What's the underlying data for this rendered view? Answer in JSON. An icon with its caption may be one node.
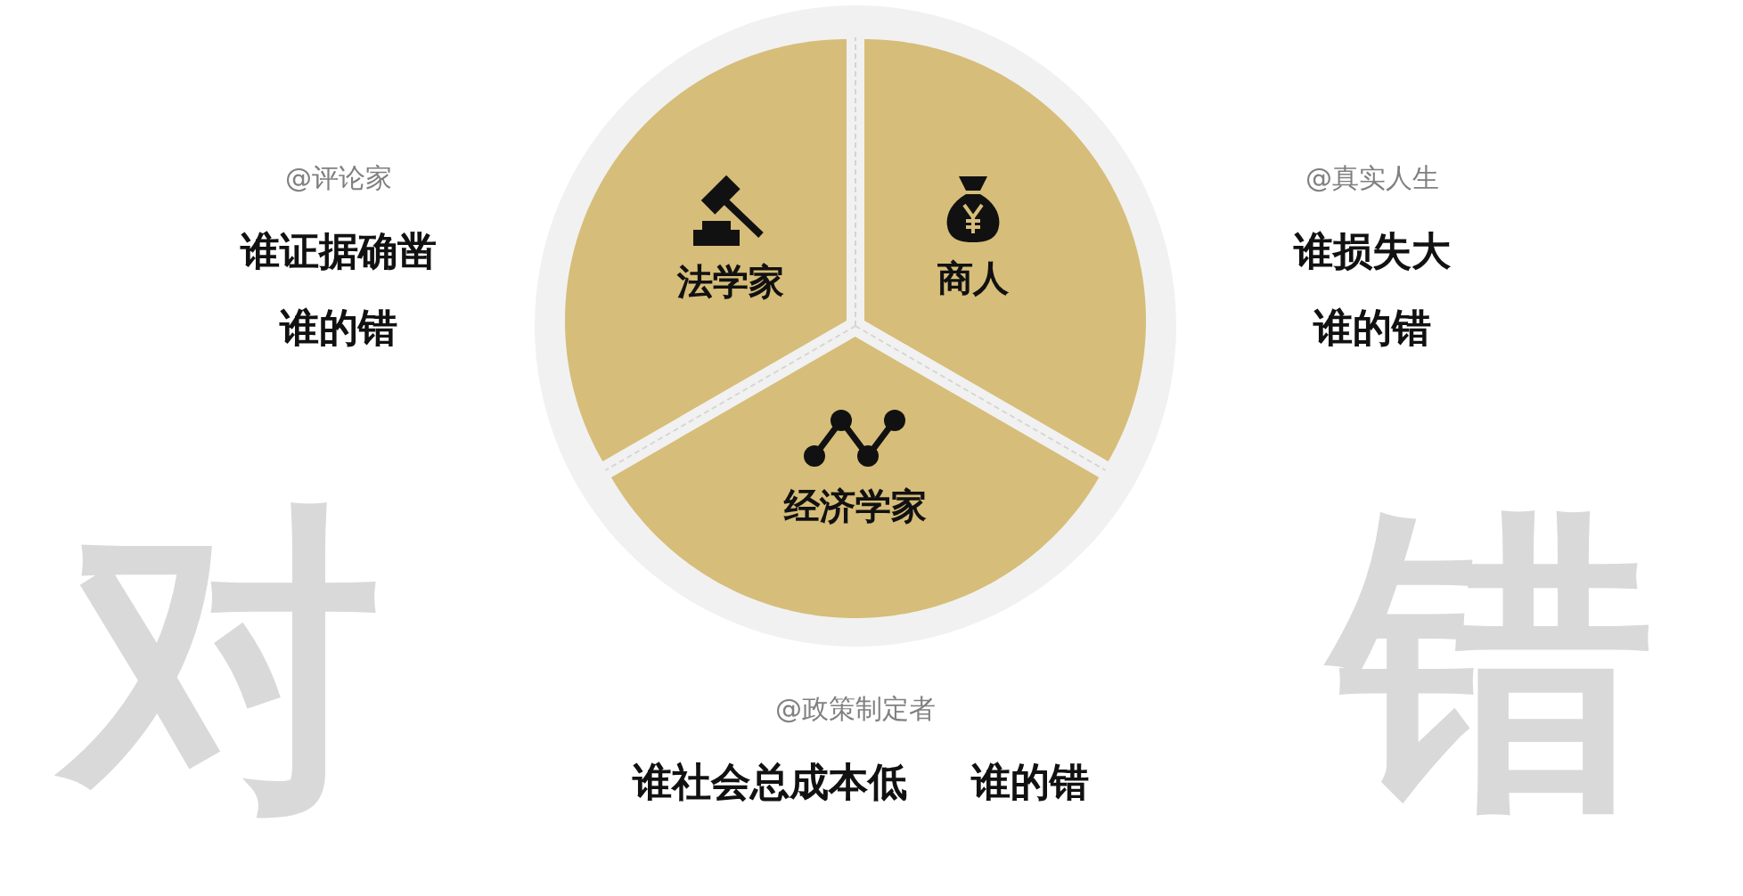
{
  "diagram": {
    "nodes": [
      {
        "text": [
          "法学家"
        ]
      },
      {
        "text": [
          "商人"
        ]
      },
      {
        "text": [
          "经济学家"
        ]
      }
    ],
    "labels": [
      "@评论家",
      "谁证据确凿",
      "谁的错",
      "@真实人生",
      "谁损失大",
      "谁的错",
      "@政策制定者",
      "谁社会总成本低",
      "谁的错",
      "对",
      "错"
    ]
  }
}
